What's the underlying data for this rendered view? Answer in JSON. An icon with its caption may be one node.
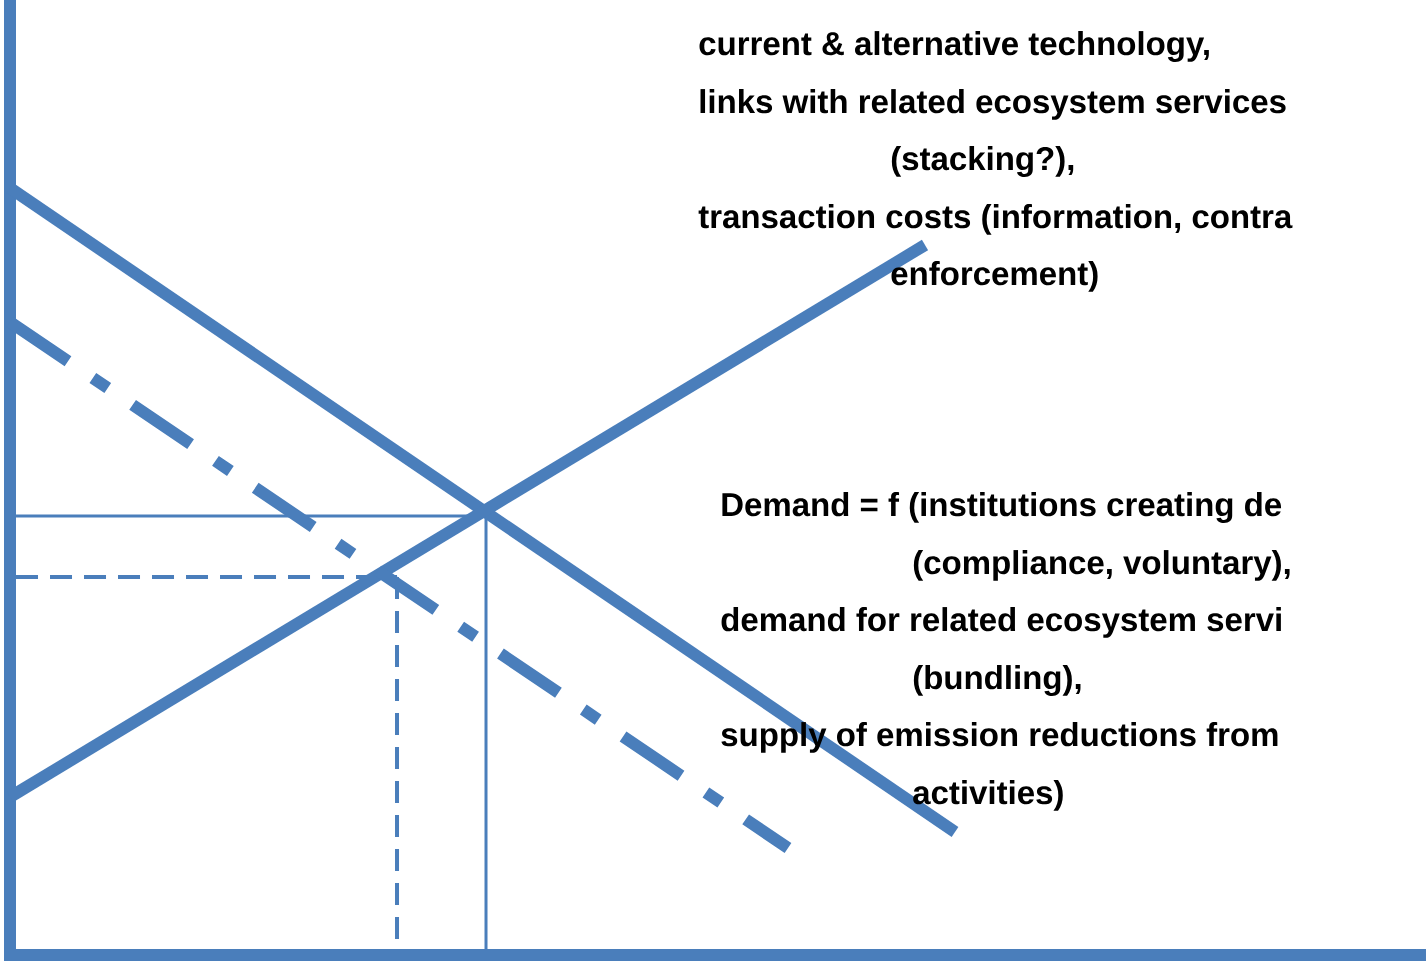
{
  "diagram": {
    "labels": [
      "current & alternative technology,",
      "links with related ecosystem services",
      "(stacking?),",
      "transaction costs (information, contra",
      "enforcement)",
      "Demand = f (institutions creating de",
      "(compliance, voluntary),",
      "demand for related ecosystem servi",
      "(bundling),",
      "supply of emission reductions from",
      "activities)"
    ]
  }
}
